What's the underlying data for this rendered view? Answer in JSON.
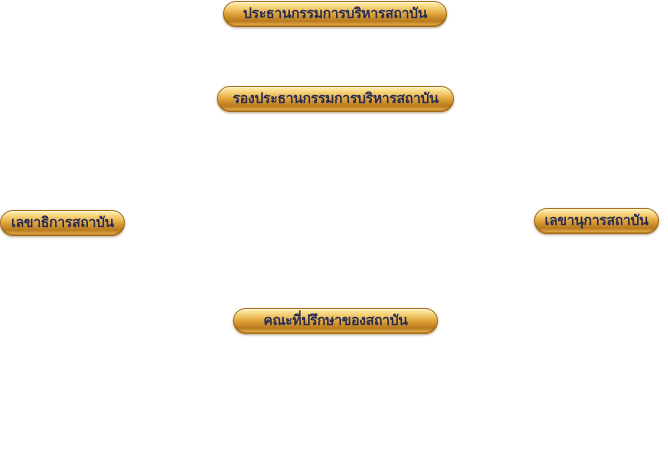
{
  "org_chart": {
    "chairman": "ประธานกรรมการบริหารสถาบัน",
    "vice_chairman": "รองประธานกรรมการบริหารสถาบัน",
    "secretary_general": "เลขาธิการสถาบัน",
    "secretary": "เลขานุการสถาบัน",
    "advisory_board": "คณะที่ปรึกษาของสถาบัน"
  },
  "colors": {
    "badge_gold": "#d99b32",
    "badge_text": "#2a2a4a",
    "background": "#ffffff"
  }
}
